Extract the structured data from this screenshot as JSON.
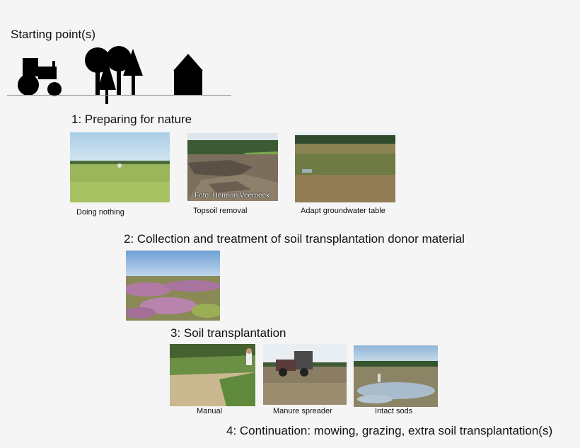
{
  "header": {
    "title": "Starting point(s)"
  },
  "icons": [
    "tractor-icon",
    "trees-icon",
    "house-icon"
  ],
  "steps": [
    {
      "title": "1: Preparing for nature",
      "photos": [
        {
          "caption": "Doing nothing"
        },
        {
          "caption": "Topsoil removal",
          "credit": "Foto: Herman Veerbeek"
        },
        {
          "caption": "Adapt groundwater table"
        }
      ]
    },
    {
      "title": "2: Collection and treatment of soil transplantation donor material"
    },
    {
      "title": "3: Soil transplantation",
      "photos": [
        {
          "caption": "Manual"
        },
        {
          "caption": "Manure spreader"
        },
        {
          "caption": "Intact sods"
        }
      ]
    },
    {
      "title": "4: Continuation: mowing, grazing, extra soil transplantation(s)"
    }
  ],
  "colors": {
    "background": "#f5f5f5",
    "text": "#111111",
    "silhouette": "#000000"
  }
}
